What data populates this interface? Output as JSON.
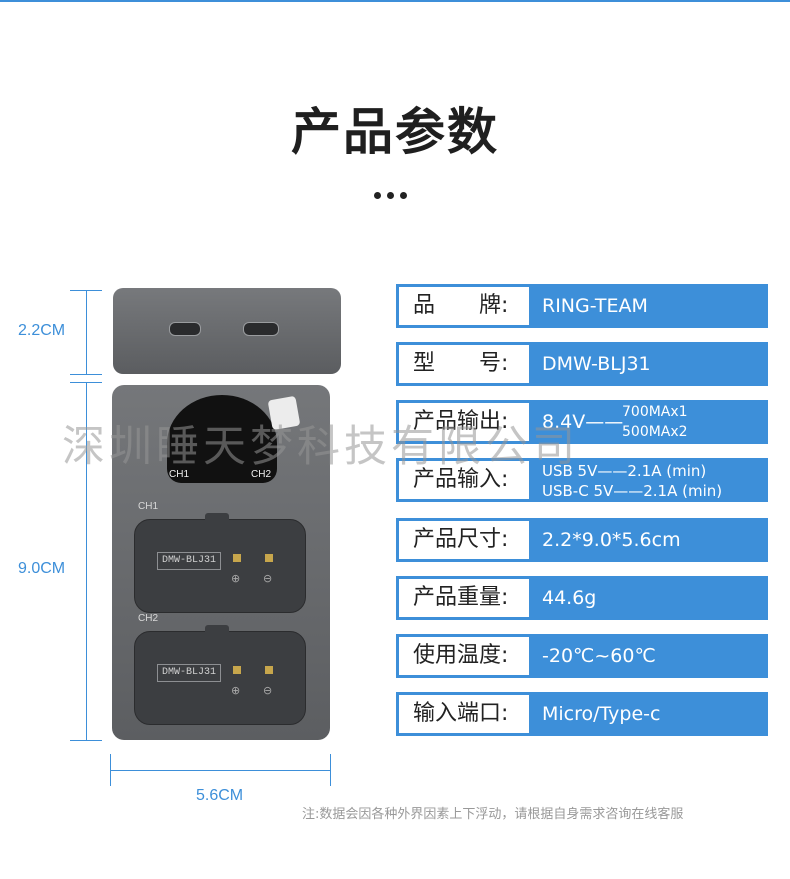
{
  "title": "产品参数",
  "dimensions": {
    "depth": "2.2CM",
    "height": "9.0CM",
    "width": "5.6CM"
  },
  "device": {
    "display_labels": [
      "CH1",
      "CH2"
    ],
    "slot_labels": [
      "CH1",
      "CH2"
    ],
    "battery_tag": "DMW-BLJ31",
    "plus": "⊕",
    "minus": "⊖"
  },
  "watermark": "深圳睡天梦科技有限公司",
  "specs": [
    {
      "label": "品　　牌:",
      "value": "RING-TEAM"
    },
    {
      "label": "型　　号:",
      "value": "DMW-BLJ31"
    },
    {
      "label": "产品输出:",
      "value": "8.4V——",
      "value_sub": [
        "700MAx1",
        "500MAx2"
      ]
    },
    {
      "label": "产品输入:",
      "value_lines": [
        "USB 5V——2.1A (min)",
        "USB-C 5V——2.1A (min)"
      ]
    },
    {
      "label": "产品尺寸:",
      "value": "2.2*9.0*5.6cm"
    },
    {
      "label": "产品重量:",
      "value": "44.6g"
    },
    {
      "label": "使用温度:",
      "value": "-20℃~60℃"
    },
    {
      "label": "输入端口:",
      "value": "Micro/Type-c"
    }
  ],
  "footnote": "注:数据会因各种外界因素上下浮动，请根据自身需求咨询在线客服",
  "colors": {
    "accent": "#3d8fd9",
    "title": "#1f1f1f",
    "footnote": "#999999"
  }
}
